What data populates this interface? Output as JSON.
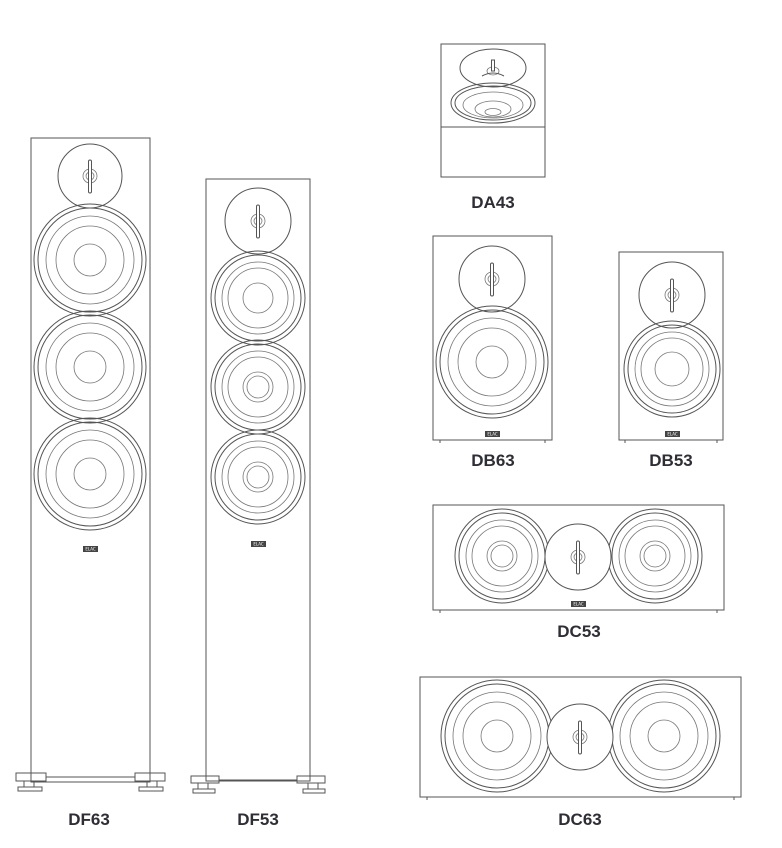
{
  "speakers": [
    {
      "id": "df63",
      "model": "DF63"
    },
    {
      "id": "df53",
      "model": "DF53"
    },
    {
      "id": "da43",
      "model": "DA43"
    },
    {
      "id": "db63",
      "model": "DB63"
    },
    {
      "id": "db53",
      "model": "DB53"
    },
    {
      "id": "dc53",
      "model": "DC53"
    },
    {
      "id": "dc63",
      "model": "DC63"
    }
  ],
  "badge_text": "ELAC",
  "colors": {
    "line": "#555555",
    "label": "#2e2e35",
    "background": "#ffffff"
  }
}
